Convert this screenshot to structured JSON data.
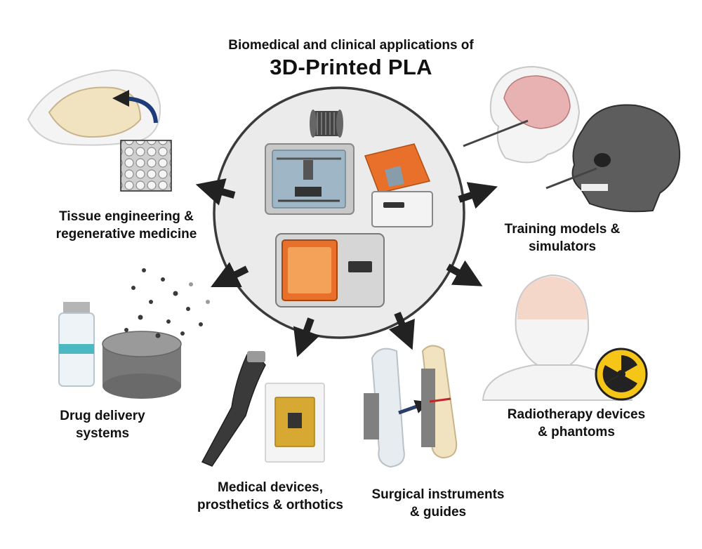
{
  "title": {
    "line1": "Biomedical and clinical applications of",
    "line2": "3D-Printed PLA"
  },
  "applications": [
    {
      "id": "tissue",
      "line1": "Tissue engineering &",
      "line2": "regenerative medicine"
    },
    {
      "id": "training",
      "line1": "Training models &",
      "line2": "simulators"
    },
    {
      "id": "drug",
      "line1": "Drug delivery",
      "line2": "systems"
    },
    {
      "id": "radiotherapy",
      "line1": "Radiotherapy devices",
      "line2": "& phantoms"
    },
    {
      "id": "medical",
      "line1": "Medical devices,",
      "line2": "prosthetics & orthotics"
    },
    {
      "id": "surgical",
      "line1": "Surgical instruments",
      "line2": "& guides"
    }
  ],
  "colors": {
    "circle_fill": "#ebebeb",
    "circle_stroke": "#3a3a3a",
    "arrow": "#222222",
    "printer_orange": "#e8702a",
    "bone": "#f2e3c0",
    "radiation_yellow": "#f5c518"
  }
}
